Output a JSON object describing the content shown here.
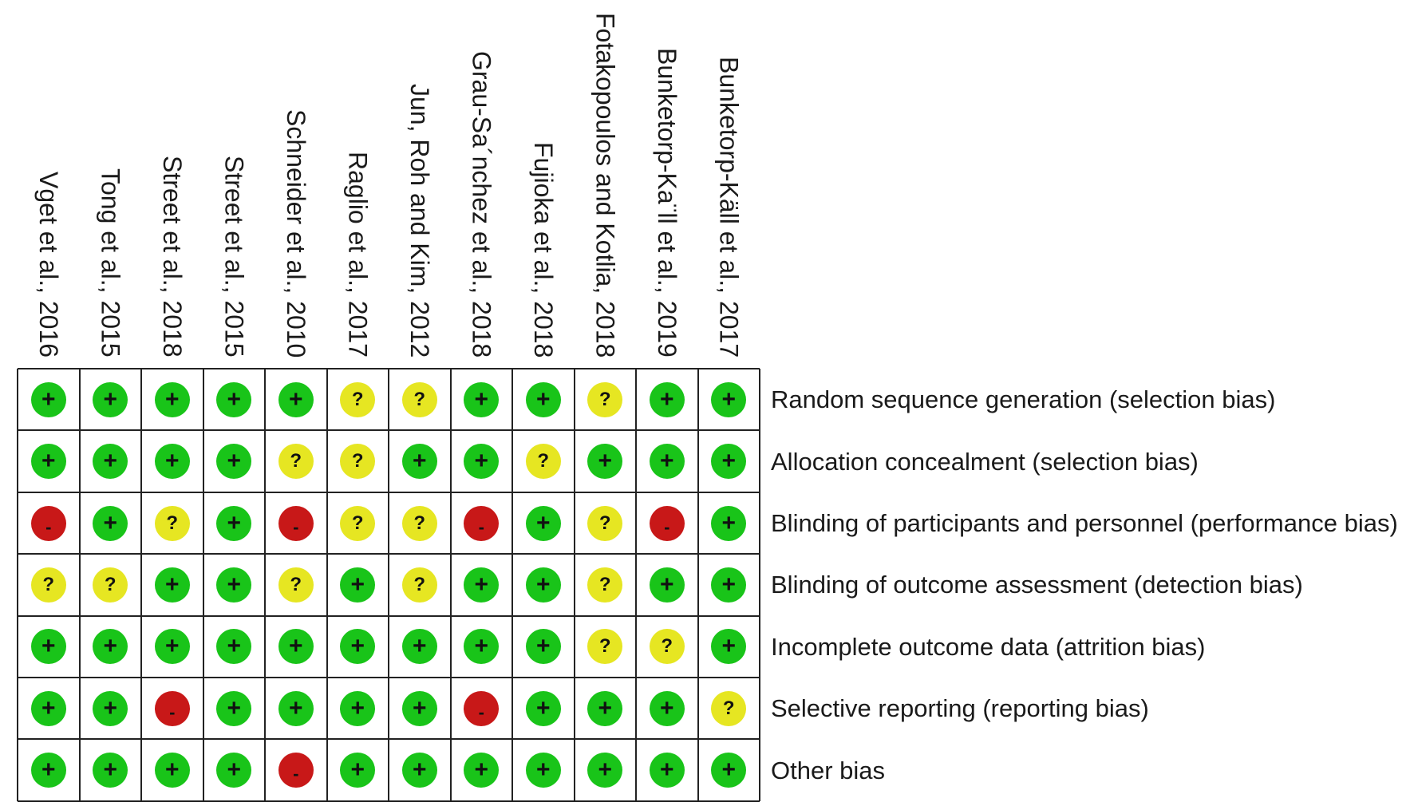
{
  "studies": [
    "Vget et al., 2016",
    "Tong et al., 2015",
    "Street et al., 2018",
    "Street et al., 2015",
    "Schneider et al., 2010",
    "Raglio et al., 2017",
    "Jun, Roh and Kim, 2012",
    "Grau-Sa´nchez et al., 2018",
    "Fujioka et al., 2018",
    "Fotakopoulos and Kotlia, 2018",
    "Bunketorp-Ka¨ll et al., 2019",
    "Bunketorp-Käll et al., 2017"
  ],
  "domains": [
    "Random sequence generation (selection bias)",
    "Allocation concealment (selection bias)",
    "Blinding of participants and personnel (performance bias)",
    "Blinding of outcome assessment (detection bias)",
    "Incomplete outcome data (attrition bias)",
    "Selective reporting (reporting bias)",
    "Other bias"
  ],
  "symbols": {
    "low": "+",
    "unclear": "?",
    "high": "-"
  },
  "colors": {
    "low": "#19c419",
    "unclear": "#e6e622",
    "high": "#c81818",
    "grid": "#222222"
  },
  "judgments": [
    [
      "low",
      "low",
      "low",
      "low",
      "low",
      "unclear",
      "unclear",
      "low",
      "low",
      "unclear",
      "low",
      "low"
    ],
    [
      "low",
      "low",
      "low",
      "low",
      "unclear",
      "unclear",
      "low",
      "low",
      "unclear",
      "low",
      "low",
      "low"
    ],
    [
      "high",
      "low",
      "unclear",
      "low",
      "high",
      "unclear",
      "unclear",
      "high",
      "low",
      "unclear",
      "high",
      "low"
    ],
    [
      "unclear",
      "unclear",
      "low",
      "low",
      "unclear",
      "low",
      "unclear",
      "low",
      "low",
      "unclear",
      "low",
      "low"
    ],
    [
      "low",
      "low",
      "low",
      "low",
      "low",
      "low",
      "low",
      "low",
      "low",
      "unclear",
      "unclear",
      "low"
    ],
    [
      "low",
      "low",
      "high",
      "low",
      "low",
      "low",
      "low",
      "high",
      "low",
      "low",
      "low",
      "unclear"
    ],
    [
      "low",
      "low",
      "low",
      "low",
      "high",
      "low",
      "low",
      "low",
      "low",
      "low",
      "low",
      "low"
    ]
  ]
}
